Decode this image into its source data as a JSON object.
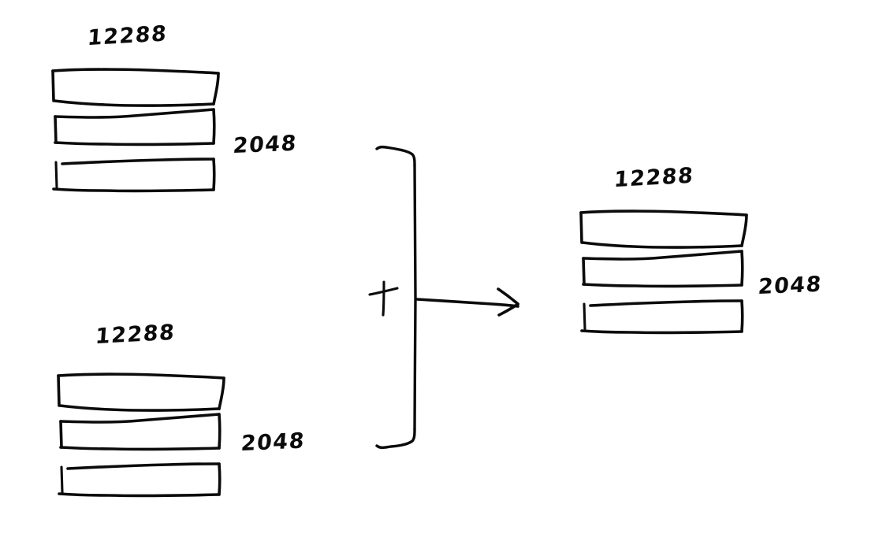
{
  "diagram": {
    "title": "Tensor addition sketch",
    "style": "hand-drawn whiteboard sketch",
    "background_color": "#ffffff",
    "stroke_color": "#0b0b0b",
    "operation": "+",
    "arrow": "right-arrow",
    "grouping": "curly-brace"
  },
  "groups": [
    {
      "id": "operand-top-left",
      "role": "operand",
      "position": "top-left",
      "bar_count": 3,
      "width_label": "12288",
      "height_label": "2048",
      "bars": [
        {
          "index": 1,
          "label": "bar-1"
        },
        {
          "index": 2,
          "label": "bar-2"
        },
        {
          "index": 3,
          "label": "bar-3"
        }
      ]
    },
    {
      "id": "operand-bottom-left",
      "role": "operand",
      "position": "bottom-left",
      "bar_count": 3,
      "width_label": "12288",
      "height_label": "2048",
      "bars": [
        {
          "index": 1,
          "label": "bar-1"
        },
        {
          "index": 2,
          "label": "bar-2"
        },
        {
          "index": 3,
          "label": "bar-3"
        }
      ]
    },
    {
      "id": "result-right",
      "role": "result",
      "position": "right",
      "bar_count": 3,
      "width_label": "12288",
      "height_label": "2048",
      "bars": [
        {
          "index": 1,
          "label": "bar-1"
        },
        {
          "index": 2,
          "label": "bar-2"
        },
        {
          "index": 3,
          "label": "bar-3"
        }
      ]
    }
  ],
  "operators": {
    "plus_sign": "+",
    "plus_name": "plus-operator",
    "arrow_name": "result-arrow",
    "brace_name": "grouping-brace"
  },
  "labels": {
    "top_left_width": "12288",
    "top_left_height": "2048",
    "bottom_left_width": "12288",
    "bottom_left_height": "2048",
    "result_width": "12288",
    "result_height": "2048"
  }
}
